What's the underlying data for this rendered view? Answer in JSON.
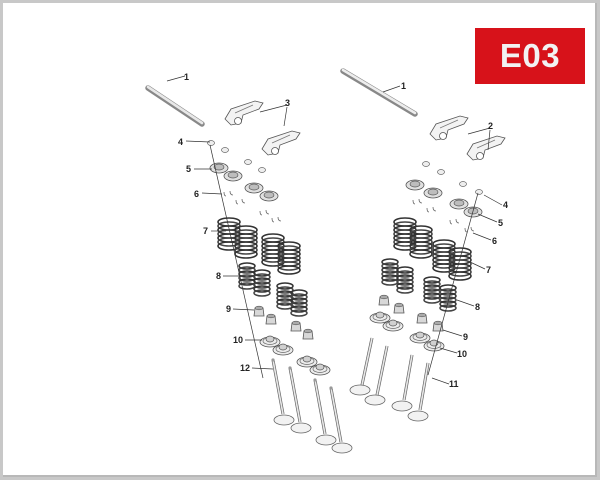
{
  "diagram": {
    "title_badge": "E03",
    "badge_color": "#d7121a",
    "type": "exploded parts view",
    "subject": "valve train assembly (two cylinder heads)",
    "left_bank": {
      "callouts": [
        {
          "label": "1",
          "part": "rocker shaft"
        },
        {
          "label": "3",
          "part": "rocker arms"
        },
        {
          "label": "4",
          "part": "cap"
        },
        {
          "label": "5",
          "part": "valve spring retainer (upper)"
        },
        {
          "label": "6",
          "part": "valve collets"
        },
        {
          "label": "7",
          "part": "outer valve springs"
        },
        {
          "label": "8",
          "part": "inner valve springs"
        },
        {
          "label": "9",
          "part": "valve stem seal"
        },
        {
          "label": "10",
          "part": "valve spring seat (lower)"
        },
        {
          "label": "12",
          "part": "valves"
        }
      ]
    },
    "right_bank": {
      "callouts": [
        {
          "label": "1",
          "part": "rocker shaft"
        },
        {
          "label": "2",
          "part": "rocker arms"
        },
        {
          "label": "4",
          "part": "cap"
        },
        {
          "label": "5",
          "part": "valve spring retainer (upper)"
        },
        {
          "label": "6",
          "part": "valve collets"
        },
        {
          "label": "7",
          "part": "outer valve springs"
        },
        {
          "label": "8",
          "part": "inner valve springs"
        },
        {
          "label": "9",
          "part": "valve stem seal"
        },
        {
          "label": "10",
          "part": "valve spring seat (lower)"
        },
        {
          "label": "11",
          "part": "valves"
        }
      ]
    }
  },
  "labels": {
    "L1": "1",
    "L3": "3",
    "L4": "4",
    "L5": "5",
    "L6": "6",
    "L7": "7",
    "L8": "8",
    "L9": "9",
    "L10": "10",
    "L12": "12",
    "R1": "1",
    "R2": "2",
    "R4": "4",
    "R5": "5",
    "R6": "6",
    "R7": "7",
    "R8": "8",
    "R9": "9",
    "R10": "10",
    "R11": "11"
  }
}
